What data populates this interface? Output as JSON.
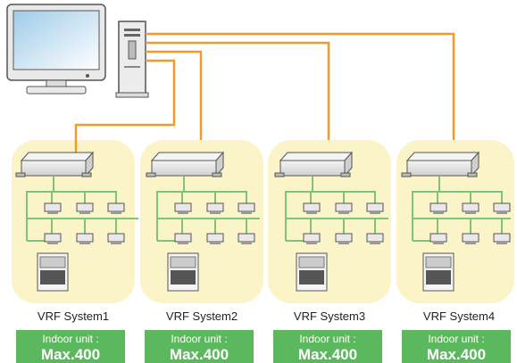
{
  "systems": [
    {
      "name": "VRF System1",
      "indoor_label": "Indoor unit :",
      "indoor_max": "Max.400"
    },
    {
      "name": "VRF System2",
      "indoor_label": "Indoor unit :",
      "indoor_max": "Max.400"
    },
    {
      "name": "VRF System3",
      "indoor_label": "Indoor unit :",
      "indoor_max": "Max.400"
    },
    {
      "name": "VRF System4",
      "indoor_label": "Indoor unit :",
      "indoor_max": "Max.400"
    }
  ],
  "colors": {
    "network_line": "#f39a2b",
    "refrigerant_pipe": "#7cc576",
    "system_background": "#fbf4c8",
    "badge": "#5cb85c"
  },
  "icons": [
    "monitor-icon",
    "controller-tower-icon",
    "outdoor-unit-icon",
    "indoor-cassette-icon",
    "condenser-icon"
  ]
}
